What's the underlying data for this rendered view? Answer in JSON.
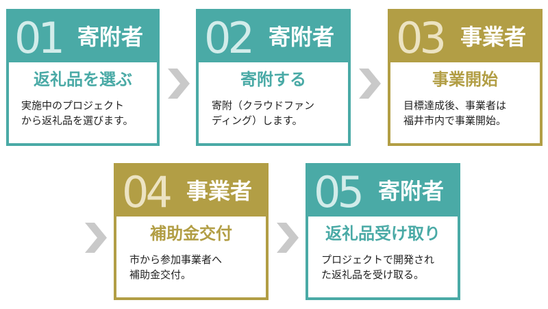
{
  "colors": {
    "teal": "#4aaaa6",
    "gold": "#b29e45",
    "arrow": "#c9c9c9"
  },
  "steps": [
    {
      "number": "01",
      "role": "寄附者",
      "title": "返礼品を選ぶ",
      "desc_lines": [
        "実施中のプロジェクト",
        "から返礼品を選びます。"
      ]
    },
    {
      "number": "02",
      "role": "寄附者",
      "title": "寄附する",
      "desc_lines": [
        "寄附（クラウドファン",
        "ディング）します。"
      ]
    },
    {
      "number": "03",
      "role": "事業者",
      "title": "事業開始",
      "desc_lines": [
        "目標達成後、事業者は",
        "福井市内で事業開始。"
      ]
    },
    {
      "number": "04",
      "role": "事業者",
      "title": "補助金交付",
      "desc_lines": [
        "市から参加事業者へ",
        "補助金交付。"
      ]
    },
    {
      "number": "05",
      "role": "寄附者",
      "title": "返礼品受け取り",
      "desc_lines": [
        "プロジェクトで開発され",
        "た返礼品を受け取る。"
      ]
    }
  ],
  "arrow_icon": "chevron-right-icon"
}
